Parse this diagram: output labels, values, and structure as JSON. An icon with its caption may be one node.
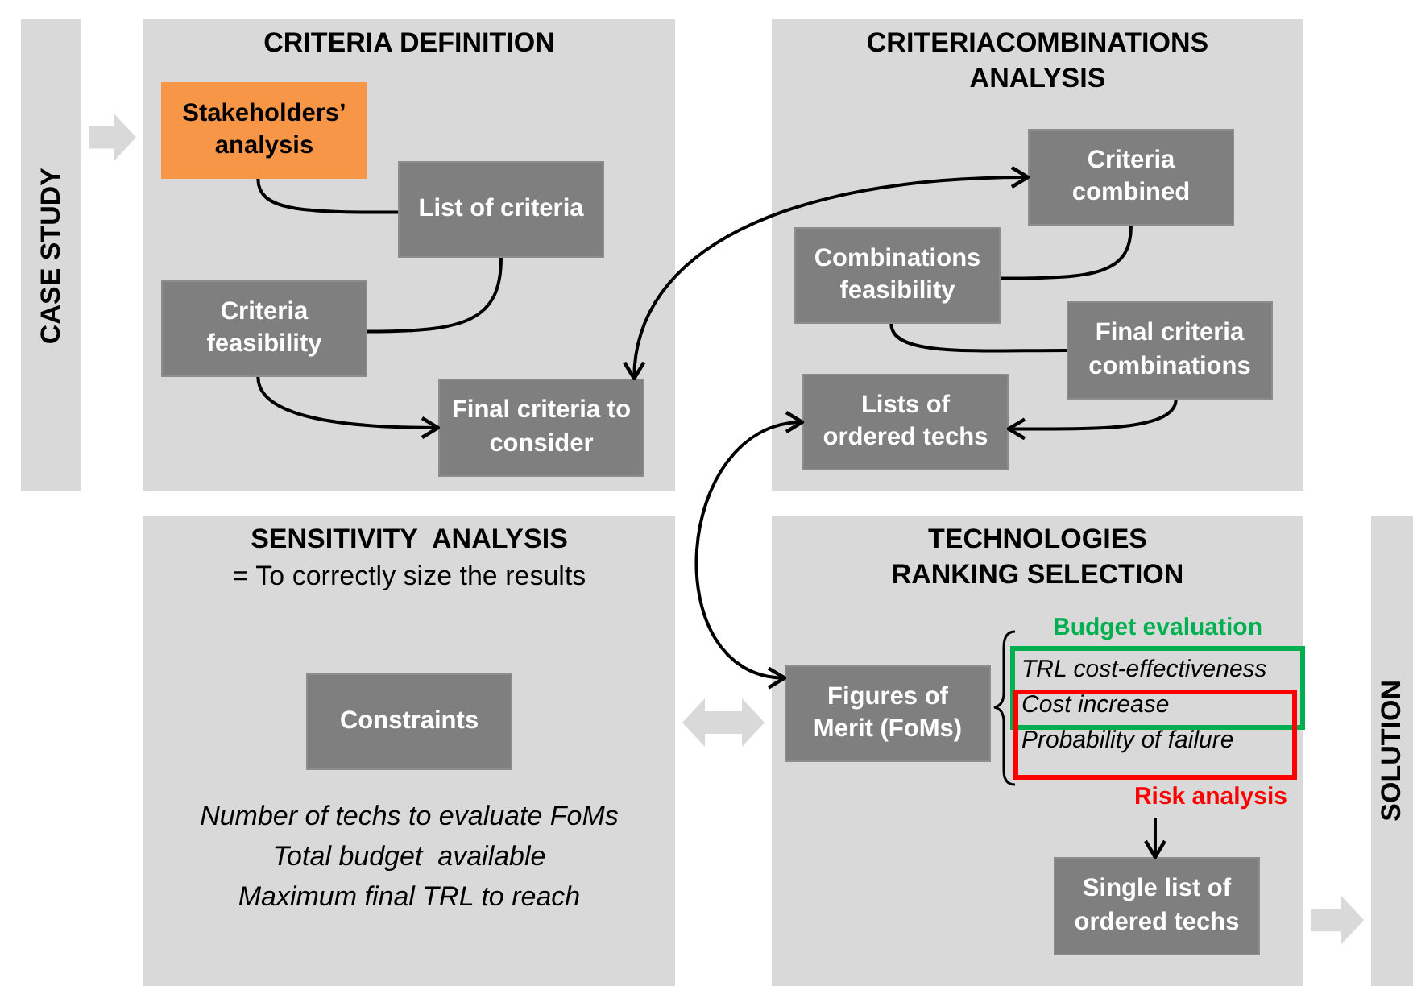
{
  "diagram": {
    "nodes": [
      {
        "text": [
          "CASE STUDY"
        ]
      },
      {
        "text": [
          "CRITERIA DEFINITION"
        ]
      },
      {
        "text": [
          "Stakeholders’ analysis"
        ],
        "in": 1
      },
      {
        "text": [
          "List of criteria"
        ],
        "in": 1
      },
      {
        "text": [
          "Criteria feasibility"
        ],
        "in": 1
      },
      {
        "text": [
          "Final criteria to consider"
        ],
        "in": 1
      },
      {
        "text": [
          "CRITERIACOMBINATIONS ANALYSIS"
        ]
      },
      {
        "text": [
          "Criteria combined"
        ],
        "in": 6
      },
      {
        "text": [
          "Combinations feasibility"
        ],
        "in": 6
      },
      {
        "text": [
          "Final criteria combinations"
        ],
        "in": 6
      },
      {
        "text": [
          "Lists of ordered techs"
        ],
        "in": 6
      },
      {
        "text": [
          "SENSITIVITY  ANALYSIS",
          "= To correctly size the results",
          "Number of techs to evaluate FoMs",
          "Total budget  available",
          "Maximum final TRL to reach"
        ]
      },
      {
        "text": [
          "Constraints"
        ],
        "in": 11
      },
      {
        "text": [
          "TECHNOLOGIES RANKING SELECTION"
        ]
      },
      {
        "text": [
          "Figures of Merit (FoMs)"
        ],
        "in": 13
      },
      {
        "text": [
          "Budget evaluation"
        ],
        "in": 13
      },
      {
        "text": [
          "Risk analysis"
        ],
        "in": 13
      },
      {
        "text": [
          "Single list of ordered techs"
        ],
        "in": 13
      },
      {
        "text": [
          "SOLUTION"
        ]
      }
    ],
    "edges": [
      {
        "from": 2,
        "to": 3,
        "arrow": "none"
      },
      {
        "from": 3,
        "to": 4,
        "arrow": "none"
      },
      {
        "from": 4,
        "to": 5,
        "arrow": "to"
      },
      {
        "from": 5,
        "to": 7,
        "arrow": "both"
      },
      {
        "from": 7,
        "to": 8,
        "arrow": "none"
      },
      {
        "from": 8,
        "to": 9,
        "arrow": "none"
      },
      {
        "from": 9,
        "to": 10,
        "arrow": "to"
      },
      {
        "from": 10,
        "to": 14,
        "arrow": "both"
      },
      {
        "from": 16,
        "to": 17,
        "arrow": "to"
      },
      {
        "from": 0,
        "to": 1,
        "arrow": "to",
        "style": "thick",
        "color": "#d9d9d9"
      },
      {
        "from": 11,
        "to": 13,
        "arrow": "both",
        "style": "thick",
        "color": "#d9d9d9"
      },
      {
        "from": 13,
        "to": 18,
        "arrow": "to",
        "style": "thick",
        "color": "#d9d9d9"
      }
    ],
    "labels": [
      "TRL cost-effectiveness",
      "Cost increase",
      "Probability of failure"
    ]
  }
}
